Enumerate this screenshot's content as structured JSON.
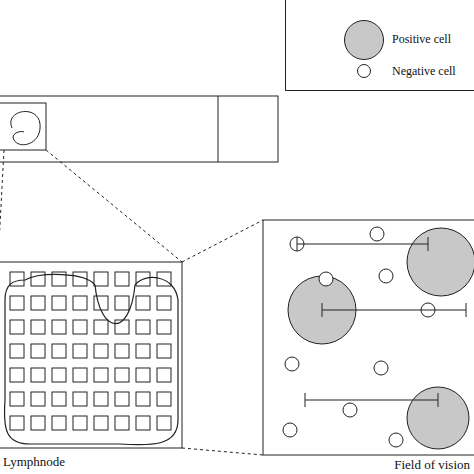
{
  "diagram": {
    "labels": [
      "Lymphnode",
      "Field of vision"
    ],
    "legend": [
      {
        "text": "Positive cell",
        "color": "#c8c8c8"
      },
      {
        "text": "Negative cell"
      }
    ]
  }
}
